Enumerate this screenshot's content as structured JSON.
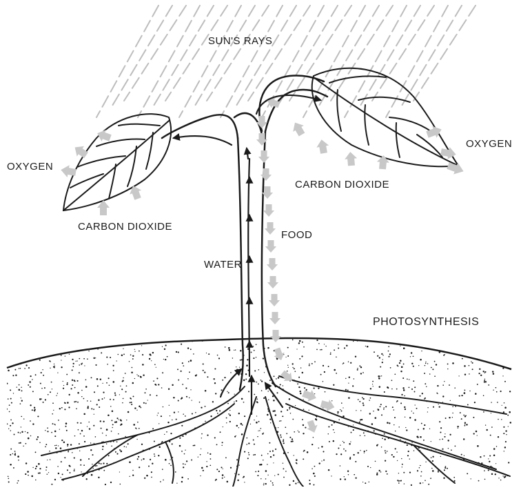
{
  "labels": {
    "suns_rays": "SUN'S RAYS",
    "oxygen_left": "OXYGEN",
    "oxygen_right": "OXYGEN",
    "carbon_dioxide_left": "CARBON DIOXIDE",
    "carbon_dioxide_right": "CARBON DIOXIDE",
    "food": "FOOD",
    "water": "WATER",
    "photosynthesis": "PHOTOSYNTHESIS"
  },
  "colors": {
    "ink": "#1a1a1a",
    "gas_arrows": "#c8c8c8",
    "rays": "#bdbdbd"
  }
}
